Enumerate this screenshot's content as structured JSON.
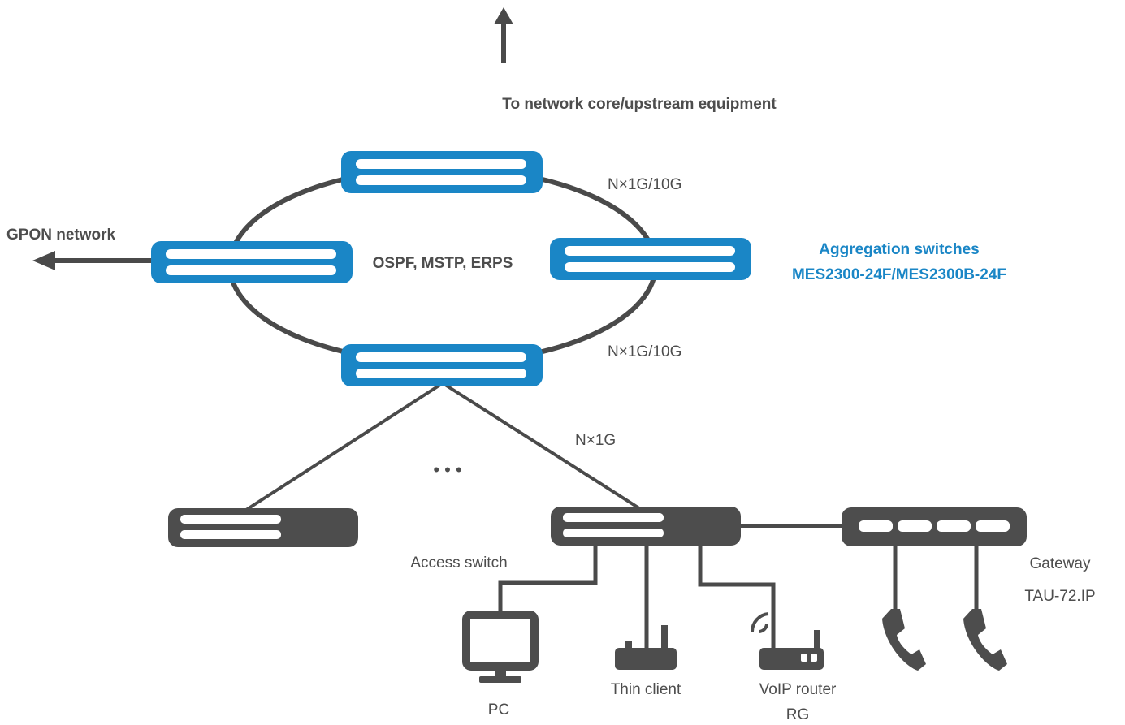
{
  "labels": {
    "upstream": "To network core/upstream equipment",
    "gpon": "GPON network",
    "protocols": "OSPF, MSTP, ERPS",
    "ring_link_top": "N×1G/10G",
    "ring_link_bottom": "N×1G/10G",
    "access_link": "N×1G",
    "aggregation_title": "Aggregation switches",
    "aggregation_model": "MES2300-24F/MES2300B-24F",
    "access_switch": "Access switch",
    "gateway_title": "Gateway",
    "gateway_model": "TAU-72.IP",
    "pc": "PC",
    "thin_client": "Thin client",
    "voip_router_line1": "VoIP router",
    "voip_router_line2": "RG",
    "ellipsis": "• • •"
  },
  "colors": {
    "aggregation_blue": "#1a86c6",
    "access_dark": "#4d4d4d",
    "line_gray": "#4a4a4a",
    "text_gray": "#4d4d4d"
  }
}
